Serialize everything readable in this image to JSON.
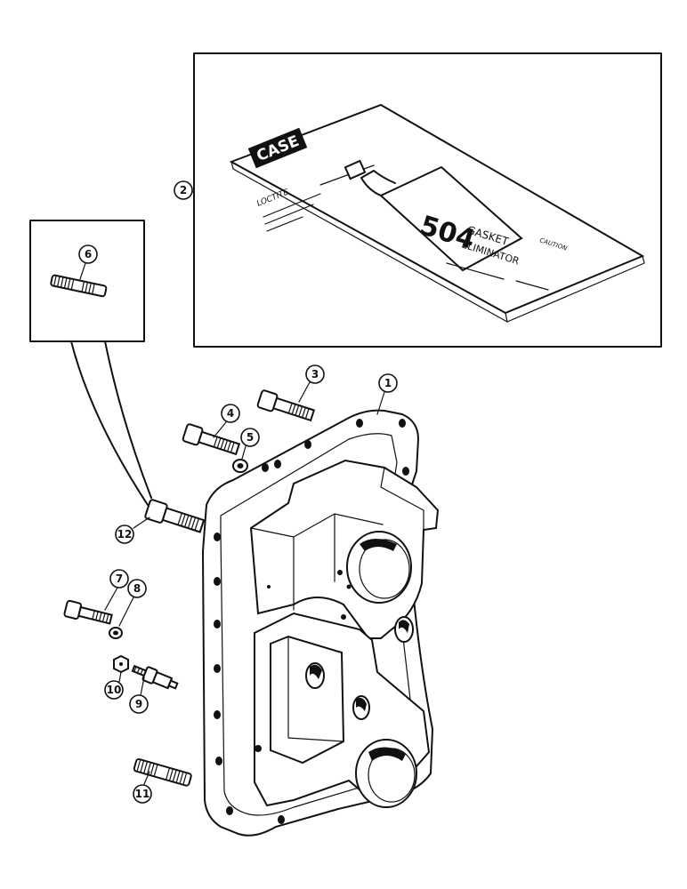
{
  "callouts": [
    "1",
    "2",
    "3",
    "4",
    "5",
    "6",
    "7",
    "8",
    "9",
    "10",
    "11",
    "12"
  ],
  "package": {
    "brand": "CASE",
    "product_line": "LOCTITE",
    "product_number": "504",
    "product_word_1": "GASKET",
    "product_word_2": "ELIMINATOR",
    "caution_label": "CAUTION"
  }
}
